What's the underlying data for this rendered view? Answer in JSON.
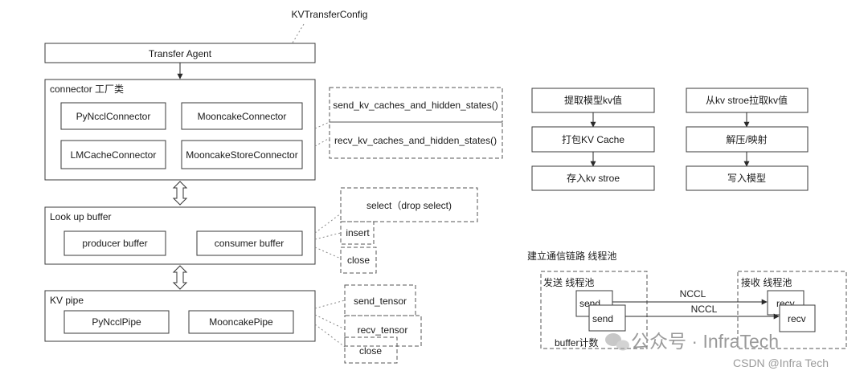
{
  "config_label": "KVTransferConfig",
  "agent_label": "Transfer Agent",
  "connector": {
    "title": "connector  工厂类",
    "items": [
      "PyNcclConnector",
      "MooncakeConnector",
      "LMCacheConnector",
      "MooncakeStoreConnector"
    ],
    "methods": [
      "send_kv_caches_and_hidden_states()",
      "recv_kv_caches_and_hidden_states()"
    ]
  },
  "lookup": {
    "title": "Look up buffer",
    "items": [
      "producer buffer",
      "consumer buffer"
    ],
    "methods": [
      "select（drop select)",
      "insert",
      "close"
    ]
  },
  "pipe": {
    "title": "KV pipe",
    "items": [
      "PyNcclPipe",
      "MooncakePipe"
    ],
    "methods": [
      "send_tensor",
      "recv_tensor",
      "close"
    ]
  },
  "store_flow": [
    "提取模型kv值",
    "打包KV Cache",
    "存入kv stroe"
  ],
  "load_flow": [
    "从kv stroe拉取kv值",
    "解压/映射",
    "写入模型"
  ],
  "comm": {
    "title": "建立通信链路 线程池",
    "send_pool": "发送 线程池",
    "recv_pool": "接收 线程池",
    "send": "send",
    "recv": "recv",
    "nccl": "NCCL",
    "buffer_count": "buffer计数"
  },
  "watermark": {
    "brand": "公众号 · InfraTech",
    "csdn": "CSDN @Infra Tech"
  }
}
